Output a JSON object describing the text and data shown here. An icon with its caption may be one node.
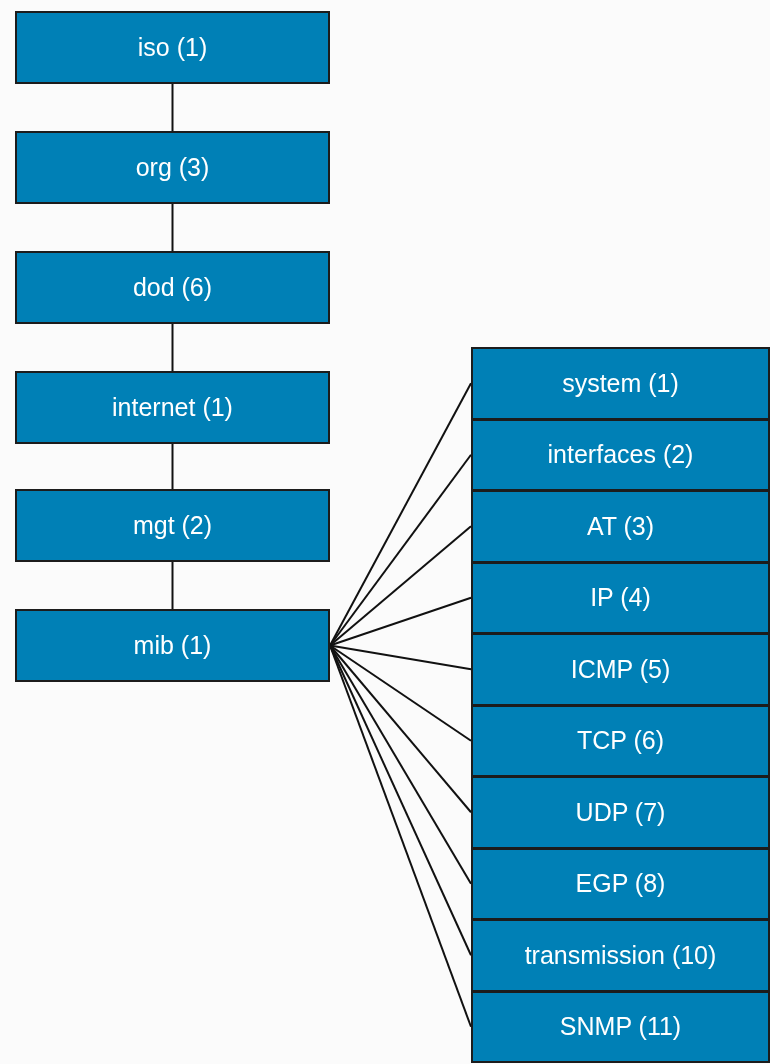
{
  "diagram": {
    "nodes": [
      {
        "text": [
          "iso (1)"
        ]
      },
      {
        "text": [
          "org (3)"
        ]
      },
      {
        "text": [
          "dod (6)"
        ]
      },
      {
        "text": [
          "internet (1)"
        ]
      },
      {
        "text": [
          "mgt (2)"
        ]
      },
      {
        "text": [
          "mib (1)"
        ]
      },
      {
        "text": [
          "system (1)"
        ]
      },
      {
        "text": [
          "interfaces (2)"
        ]
      },
      {
        "text": [
          "AT (3)"
        ]
      },
      {
        "text": [
          "IP (4)"
        ]
      },
      {
        "text": [
          "ICMP (5)"
        ]
      },
      {
        "text": [
          "TCP (6)"
        ]
      },
      {
        "text": [
          "UDP (7)"
        ]
      },
      {
        "text": [
          "EGP (8)"
        ]
      },
      {
        "text": [
          "transmission (10)"
        ]
      },
      {
        "text": [
          "SNMP (11)"
        ]
      }
    ],
    "edges": [
      {
        "from": 0,
        "to": 1,
        "arrow": "none"
      },
      {
        "from": 1,
        "to": 2,
        "arrow": "none"
      },
      {
        "from": 2,
        "to": 3,
        "arrow": "none"
      },
      {
        "from": 3,
        "to": 4,
        "arrow": "none"
      },
      {
        "from": 4,
        "to": 5,
        "arrow": "none"
      },
      {
        "from": 5,
        "to": 6,
        "arrow": "none"
      },
      {
        "from": 5,
        "to": 7,
        "arrow": "none"
      },
      {
        "from": 5,
        "to": 8,
        "arrow": "none"
      },
      {
        "from": 5,
        "to": 9,
        "arrow": "none"
      },
      {
        "from": 5,
        "to": 10,
        "arrow": "none"
      },
      {
        "from": 5,
        "to": 11,
        "arrow": "none"
      },
      {
        "from": 5,
        "to": 12,
        "arrow": "none"
      },
      {
        "from": 5,
        "to": 13,
        "arrow": "none"
      },
      {
        "from": 5,
        "to": 14,
        "arrow": "none"
      },
      {
        "from": 5,
        "to": 15,
        "arrow": "none"
      }
    ]
  }
}
